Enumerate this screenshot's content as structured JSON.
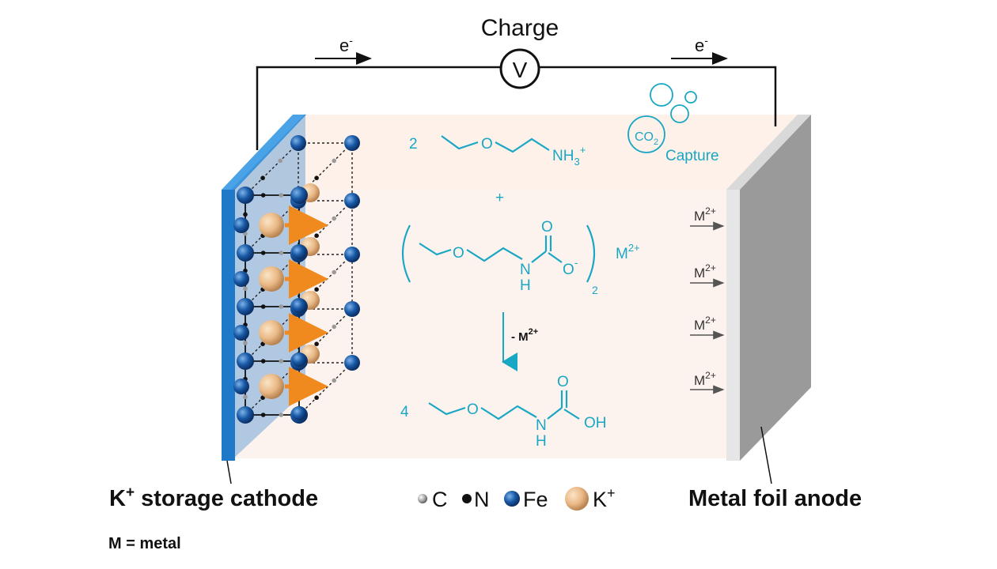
{
  "title": "Charge",
  "voltmeter": {
    "symbol": "V"
  },
  "electron": {
    "symbol": "e",
    "charge": "-"
  },
  "co2": {
    "base": "CO",
    "sub": "2",
    "label": "Capture"
  },
  "reactants": {
    "coef1": "2",
    "amine": {
      "base": "NH",
      "sub": "3",
      "sup": "+"
    },
    "plus": "+",
    "carbamate": {
      "o_top": "O",
      "o_minus": "O",
      "minus": "-",
      "n": "N",
      "h": "H",
      "outer_sub": "2",
      "metal": "M",
      "metal_sup": "2+"
    }
  },
  "reaction_arrow": {
    "prefix": "- ",
    "metal": "M",
    "metal_sup": "2+"
  },
  "product": {
    "coef": "4",
    "o_top": "O",
    "oh": "OH",
    "n": "N",
    "h": "H"
  },
  "metal_ions": {
    "symbol": "M",
    "sup": "2+"
  },
  "cathode_label": {
    "k": "K",
    "sup": "+",
    "rest": " storage cathode"
  },
  "anode_label": "Metal foil anode",
  "legend": {
    "items": [
      {
        "label": "C",
        "color": "#8e8e8e"
      },
      {
        "label": "N",
        "color": "#111111"
      },
      {
        "label": "Fe",
        "color": "#1a5aa6"
      },
      {
        "label": "K",
        "sup": "+",
        "color": "#e9b986"
      }
    ]
  },
  "note": "M = metal",
  "colors": {
    "cathode": "#1f78c8",
    "anode": "#9a9a9a",
    "chem": "#1aa7c4",
    "cell": "#fdf3ee",
    "arrow": "#f08a1e"
  }
}
